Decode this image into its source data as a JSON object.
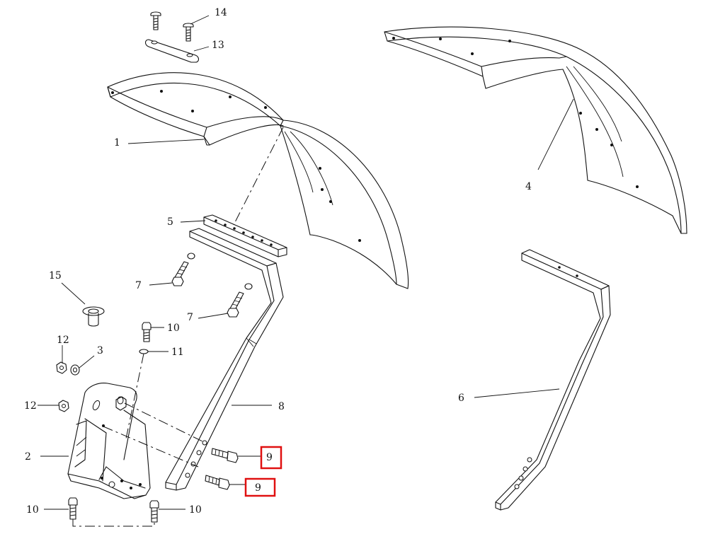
{
  "diagram": {
    "callouts": {
      "c1": "1",
      "c2": "2",
      "c3": "3",
      "c4": "4",
      "c5": "5",
      "c6": "6",
      "c7a": "7",
      "c7b": "7",
      "c8": "8",
      "c9a": "9",
      "c9b": "9",
      "c10a": "10",
      "c10b": "10",
      "c10c": "10",
      "c11": "11",
      "c12a": "12",
      "c12b": "12",
      "c13": "13",
      "c14": "14",
      "c15": "15"
    },
    "highlight_color": "#e01010",
    "highlighted_callouts": [
      "9",
      "9"
    ]
  }
}
